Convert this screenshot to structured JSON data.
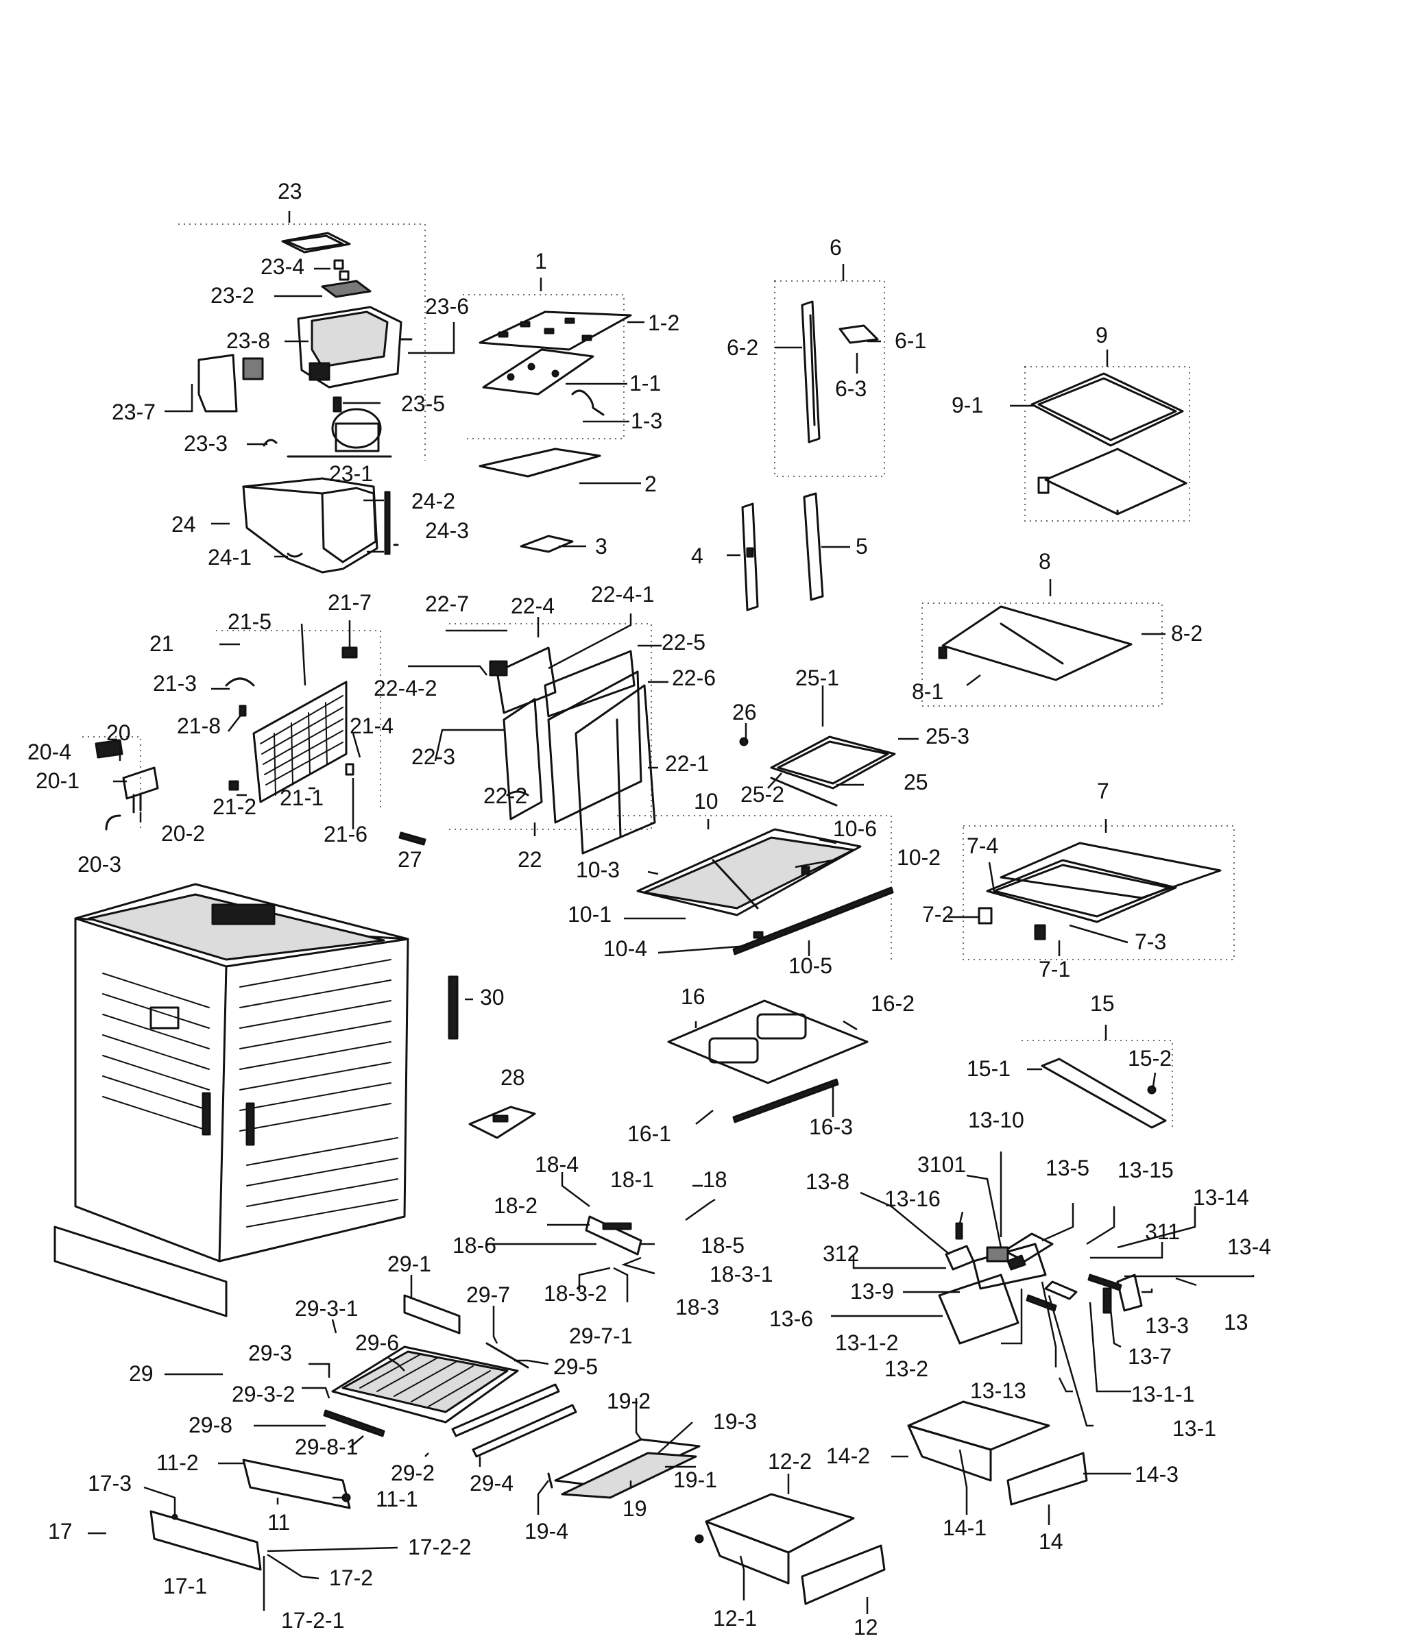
{
  "labels": {
    "l23": "23",
    "l23_4": "23-4",
    "l23_2": "23-2",
    "l23_6": "23-6",
    "l23_8": "23-8",
    "l23_7": "23-7",
    "l23_5": "23-5",
    "l23_3": "23-3",
    "l23_1": "23-1",
    "l24": "24",
    "l24_2": "24-2",
    "l24_3": "24-3",
    "l24_1": "24-1",
    "l1": "1",
    "l1_2": "1-2",
    "l1_1": "1-1",
    "l1_3": "1-3",
    "l2": "2",
    "l3": "3",
    "l6": "6",
    "l6_2": "6-2",
    "l6_1": "6-1",
    "l6_3": "6-3",
    "l4": "4",
    "l5": "5",
    "l9": "9",
    "l9_1": "9-1",
    "l8": "8",
    "l8_2": "8-2",
    "l8_1": "8-1",
    "l21": "21",
    "l21_5": "21-5",
    "l21_7": "21-7",
    "l21_3": "21-3",
    "l21_8": "21-8",
    "l21_4": "21-4",
    "l21_2": "21-2",
    "l21_1": "21-1",
    "l21_6": "21-6",
    "l20": "20",
    "l20_4": "20-4",
    "l20_1": "20-1",
    "l20_2": "20-2",
    "l20_3": "20-3",
    "l27": "27",
    "l22_7": "22-7",
    "l22_4": "22-4",
    "l22_4_1": "22-4-1",
    "l22_5": "22-5",
    "l22_6": "22-6",
    "l22_4_2": "22-4-2",
    "l22_3": "22-3",
    "l22_2": "22-2",
    "l22_1": "22-1",
    "l22": "22",
    "l26": "26",
    "l25_1": "25-1",
    "l25_3": "25-3",
    "l25_2": "25-2",
    "l25": "25",
    "l10": "10",
    "l10_6": "10-6",
    "l10_2": "10-2",
    "l10_3": "10-3",
    "l10_1": "10-1",
    "l10_4": "10-4",
    "l10_5": "10-5",
    "l7": "7",
    "l7_4": "7-4",
    "l7_2": "7-2",
    "l7_3": "7-3",
    "l7_1": "7-1",
    "l30": "30",
    "l28": "28",
    "l16": "16",
    "l16_2": "16-2",
    "l16_1": "16-1",
    "l16_3": "16-3",
    "l15": "15",
    "l15_1": "15-1",
    "l15_2": "15-2",
    "l13_10": "13-10",
    "l3101": "3101",
    "l13_5": "13-5",
    "l13_15": "13-15",
    "l13_14": "13-14",
    "l13_8": "13-8",
    "l13_16": "13-16",
    "l311": "311",
    "l13_4": "13-4",
    "l312": "312",
    "l13_9": "13-9",
    "l13_3": "13-3",
    "l13": "13",
    "l13_6": "13-6",
    "l13_7": "13-7",
    "l13_1_2": "13-1-2",
    "l13_2": "13-2",
    "l13_1_1": "13-1-1",
    "l13_13": "13-13",
    "l13_1": "13-1",
    "l18_4": "18-4",
    "l18_1": "18-1",
    "l18": "18",
    "l18_2": "18-2",
    "l18_6": "18-6",
    "l18_5": "18-5",
    "l18_3_1": "18-3-1",
    "l18_3_2": "18-3-2",
    "l18_3": "18-3",
    "l29_1": "29-1",
    "l29_7": "29-7",
    "l29_3_1": "29-3-1",
    "l29_6": "29-6",
    "l29_7_1": "29-7-1",
    "l29_3": "29-3",
    "l29_5": "29-5",
    "l29": "29",
    "l29_3_2": "29-3-2",
    "l29_8": "29-8",
    "l29_8_1": "29-8-1",
    "l29_2": "29-2",
    "l29_4": "29-4",
    "l19_2": "19-2",
    "l19_3": "19-3",
    "l19_1": "19-1",
    "l19": "19",
    "l19_4": "19-4",
    "l11_2": "11-2",
    "l11_1": "11-1",
    "l11": "11",
    "l17_3": "17-3",
    "l17": "17",
    "l17_2_2": "17-2-2",
    "l17_2": "17-2",
    "l17_1": "17-1",
    "l17_2_1": "17-2-1",
    "l12_2": "12-2",
    "l12_1": "12-1",
    "l12": "12",
    "l14_2": "14-2",
    "l14_3": "14-3",
    "l14_1": "14-1",
    "l14": "14"
  }
}
